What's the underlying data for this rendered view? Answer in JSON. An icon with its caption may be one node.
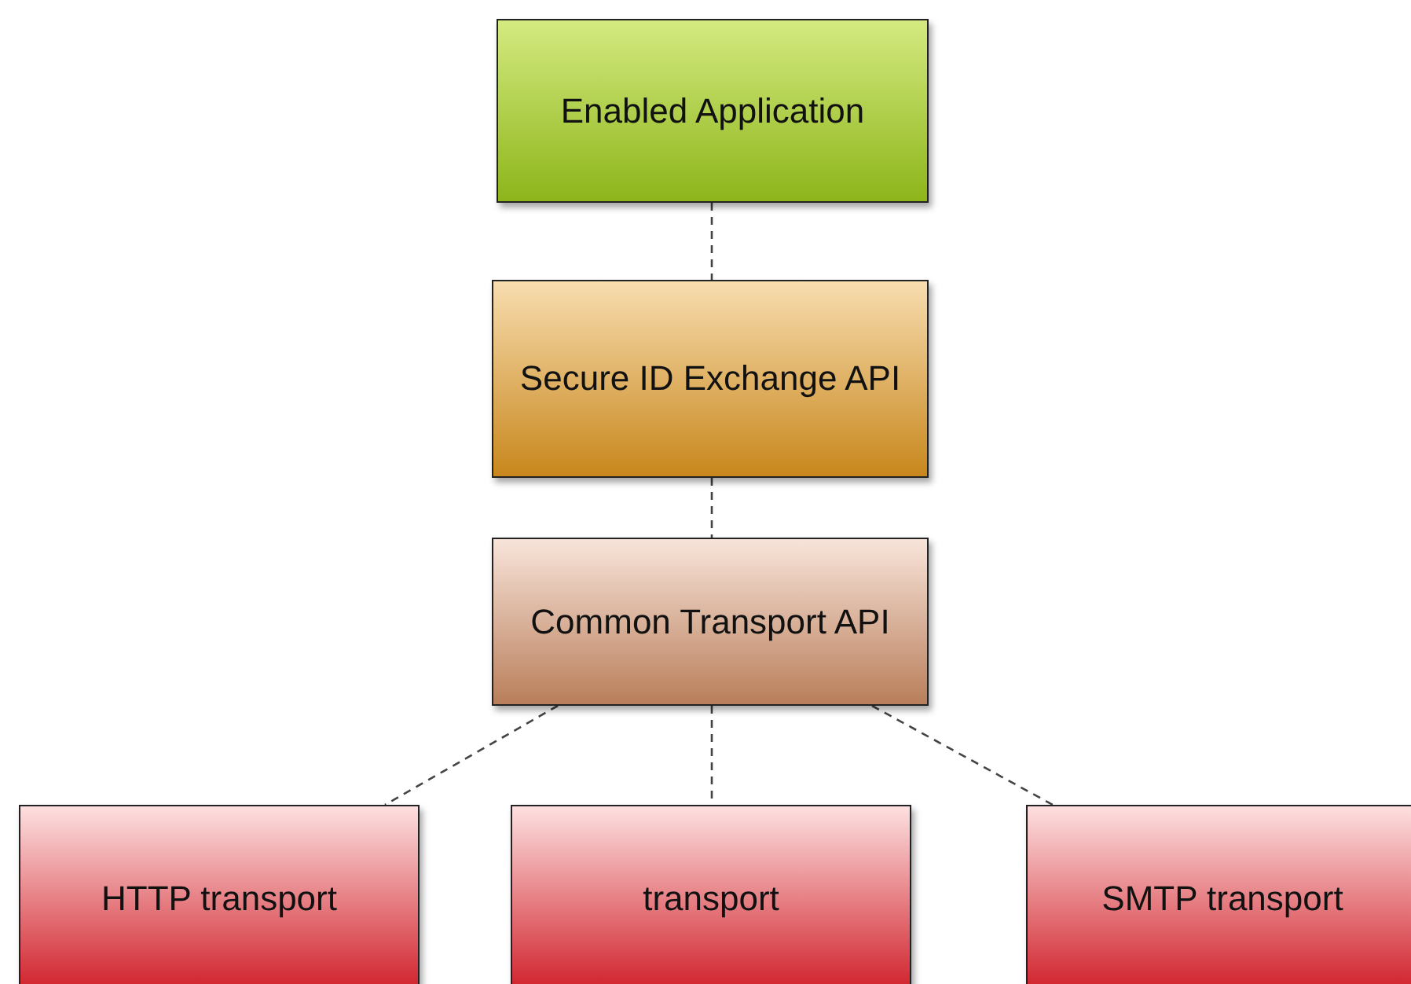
{
  "diagram": {
    "nodes": [
      {
        "text": [
          "Enabled Application"
        ]
      },
      {
        "text": [
          "Secure ID Exchange API"
        ]
      },
      {
        "text": [
          "Common Transport API"
        ]
      },
      {
        "text": [
          "HTTP transport"
        ]
      },
      {
        "text": [
          "transport"
        ]
      },
      {
        "text": [
          "SMTP transport"
        ]
      }
    ],
    "edges": [
      {
        "from": 0,
        "to": 1,
        "arrow": "none",
        "style": "dashed"
      },
      {
        "from": 1,
        "to": 2,
        "arrow": "none",
        "style": "dashed"
      },
      {
        "from": 2,
        "to": 3,
        "arrow": "none",
        "style": "dashed"
      },
      {
        "from": 2,
        "to": 4,
        "arrow": "none",
        "style": "dashed"
      },
      {
        "from": 2,
        "to": 5,
        "arrow": "none",
        "style": "dashed"
      }
    ]
  }
}
